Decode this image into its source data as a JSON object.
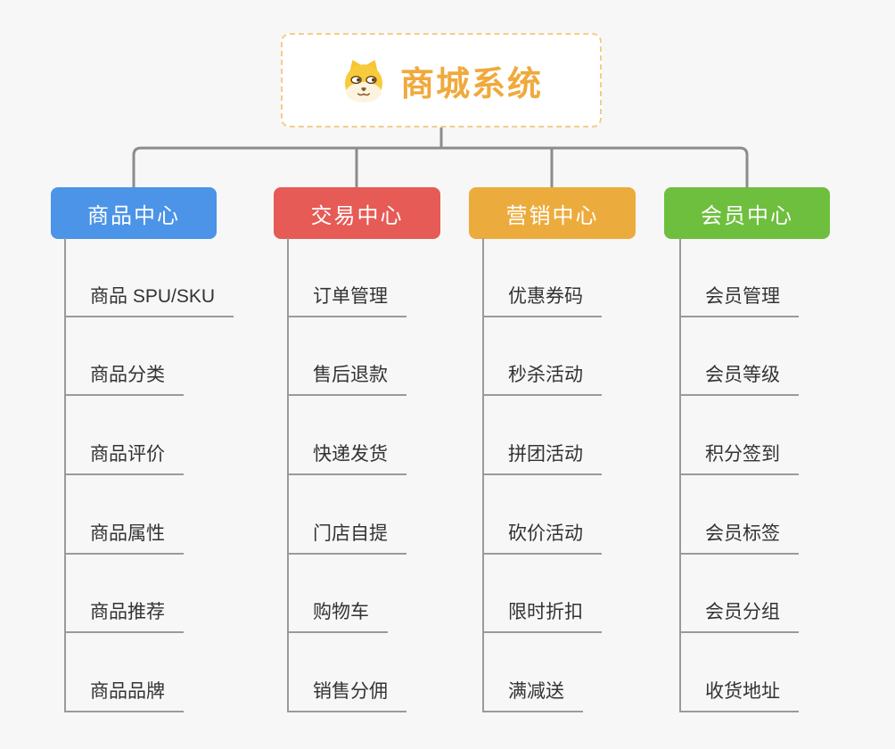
{
  "root": {
    "title": "商城系统",
    "icon": "dog-face-icon"
  },
  "branches": [
    {
      "label": "商品中心",
      "color": "#4B94E8",
      "children": [
        "商品 SPU/SKU",
        "商品分类",
        "商品评价",
        "商品属性",
        "商品推荐",
        "商品品牌"
      ]
    },
    {
      "label": "交易中心",
      "color": "#E65B56",
      "children": [
        "订单管理",
        "售后退款",
        "快递发货",
        "门店自提",
        "购物车",
        "销售分佣"
      ]
    },
    {
      "label": "营销中心",
      "color": "#ECAC3D",
      "children": [
        "优惠券码",
        "秒杀活动",
        "拼团活动",
        "砍价活动",
        "限时折扣",
        "满减送"
      ]
    },
    {
      "label": "会员中心",
      "color": "#6FBF3E",
      "children": [
        "会员管理",
        "会员等级",
        "积分签到",
        "会员标签",
        "会员分组",
        "收货地址"
      ]
    }
  ],
  "colors": {
    "background": "#F7F7F7",
    "connector": "#8C8C8C",
    "underline": "#9A9A9A",
    "root_text": "#F0A93C",
    "root_border": "#F2CD8C",
    "leaf_text": "#333333"
  }
}
